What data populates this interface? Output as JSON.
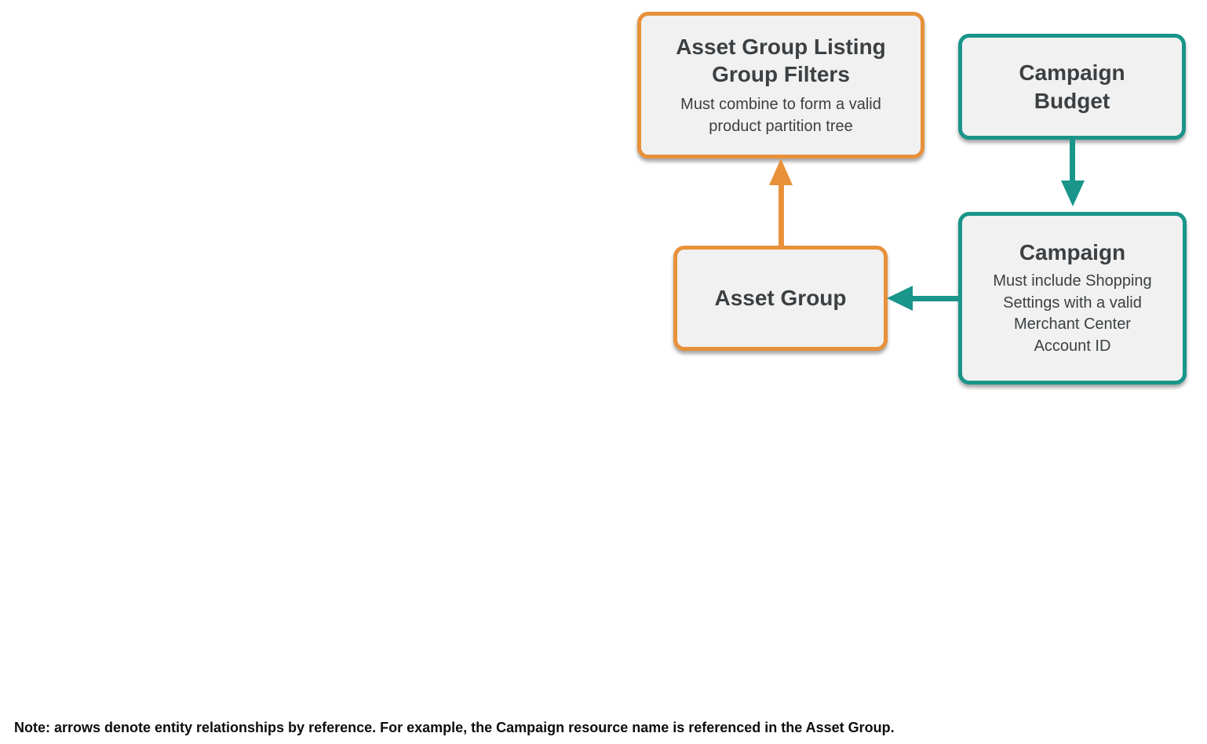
{
  "diagram": {
    "nodes": {
      "listing_filters": {
        "title": "Asset Group Listing Group Filters",
        "desc": "Must combine to form a valid product partition tree",
        "accent": "#E8913A"
      },
      "campaign_budget": {
        "title": "Campaign Budget",
        "desc": "",
        "accent": "#1A958A"
      },
      "campaign": {
        "title": "Campaign",
        "desc": "Must include Shopping Settings with a valid Merchant Center Account ID",
        "accent": "#1A958A"
      },
      "asset_group": {
        "title": "Asset Group",
        "desc": "",
        "accent": "#E8913A"
      }
    },
    "edges": [
      {
        "from": "Asset Group",
        "to": "Asset Group Listing Group Filters",
        "direction": "up",
        "color": "#E8913A"
      },
      {
        "from": "Campaign Budget",
        "to": "Campaign",
        "direction": "down",
        "color": "#1A958A"
      },
      {
        "from": "Campaign",
        "to": "Asset Group",
        "direction": "left",
        "color": "#1A958A"
      }
    ],
    "colors": {
      "orange": "#E8913A",
      "teal": "#1A958A",
      "node_fill": "#F1F1F1",
      "text": "#3C4043",
      "note_color": "#0D0D0D"
    }
  },
  "note": "Note: arrows denote entity relationships by reference. For example, the Campaign resource name is referenced in the Asset Group."
}
